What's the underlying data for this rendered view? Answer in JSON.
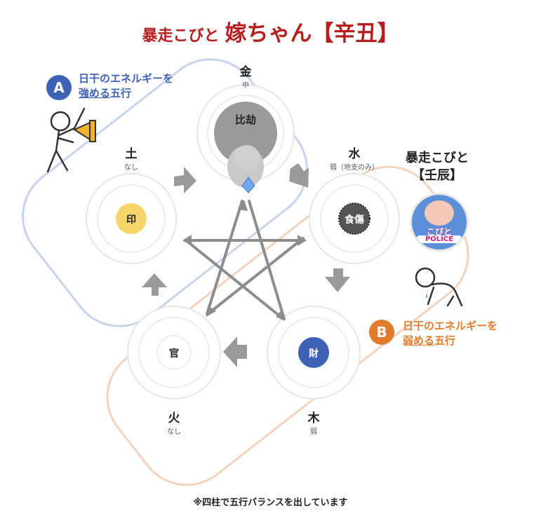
{
  "title": {
    "prefix": "暴走こびと",
    "main": "嫁ちゃん【辛丑】"
  },
  "elements": {
    "metal": {
      "name": "金",
      "level": "中",
      "role": "比劫"
    },
    "water": {
      "name": "水",
      "level": "弱（地支のみ）",
      "role": "食傷"
    },
    "wood": {
      "name": "木",
      "level": "弱",
      "role": "財"
    },
    "fire": {
      "name": "火",
      "level": "なし",
      "role": "官"
    },
    "earth": {
      "name": "土",
      "level": "なし",
      "role": "印"
    }
  },
  "legend_a": {
    "badge": "A",
    "line1": "日干のエネルギーを",
    "line2_underlined": "強める",
    "line2_rest": "五行",
    "color": "#3f62b5"
  },
  "legend_b": {
    "badge": "B",
    "line1": "日干のエネルギーを",
    "line2_underlined": "弱める",
    "line2_rest": "五行",
    "color": "#e07b2c"
  },
  "kobito": {
    "name": "暴走こびと",
    "branch": "【壬辰】",
    "badge_top": "こびと",
    "badge_bottom": "POLICE"
  },
  "footnote": "※四柱で五行バランスを出しています",
  "colors": {
    "title": "#b3201f",
    "earth_fill": "#f6d56a",
    "wood_fill": "#3f62b5",
    "water_fill": "#555555",
    "metal_fill": "#9a9a9a",
    "arrow": "#8d8d8d"
  }
}
